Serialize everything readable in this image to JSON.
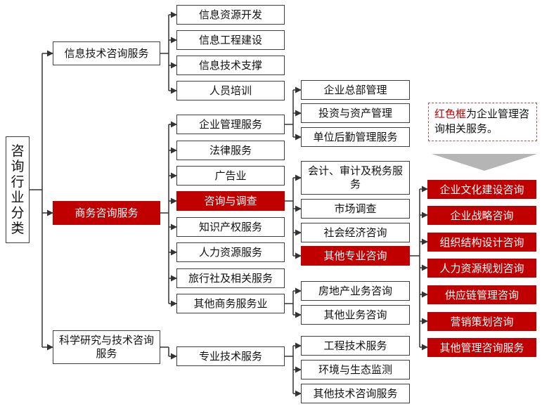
{
  "root": {
    "chars": [
      "咨",
      "询",
      "行",
      "业",
      "分",
      "类"
    ]
  },
  "level1": {
    "info": "信息技术咨询服务",
    "business": "商务咨询服务",
    "science": "科学研究与技术咨询服务"
  },
  "info_items": [
    "信息资源开发",
    "信息工程建设",
    "信息技术支撑",
    "人员培训"
  ],
  "business_items": [
    "企业管理服务",
    "法律服务",
    "广告业",
    "咨询与调查",
    "知识产权服务",
    "人力资源服务",
    "旅行社及相关服务",
    "其他商务服务业"
  ],
  "science_items": [
    "专业技术服务"
  ],
  "mgmt_items": [
    "企业总部管理",
    "投资与资产管理",
    "单位后勤管理服务"
  ],
  "survey_items": [
    "会计、审计及税务服务",
    "市场调查",
    "社会经济咨询",
    "其他专业咨询"
  ],
  "other_business_items": [
    "房地产业务咨询",
    "其他业务咨询"
  ],
  "tech_items": [
    "工程技术服务",
    "环境与生态监测",
    "其他技术咨询服务"
  ],
  "professional_items": [
    "企业文化建设咨询",
    "企业战略咨询",
    "组织结构设计咨询",
    "人力资源规划咨询",
    "供应链管理咨询",
    "营销策划咨询",
    "其他管理咨询服务"
  ],
  "note": {
    "highlight": "红色框",
    "text": "为企业管理咨询相关服务。"
  },
  "colors": {
    "highlight": "#c00000",
    "line": "#333333"
  }
}
